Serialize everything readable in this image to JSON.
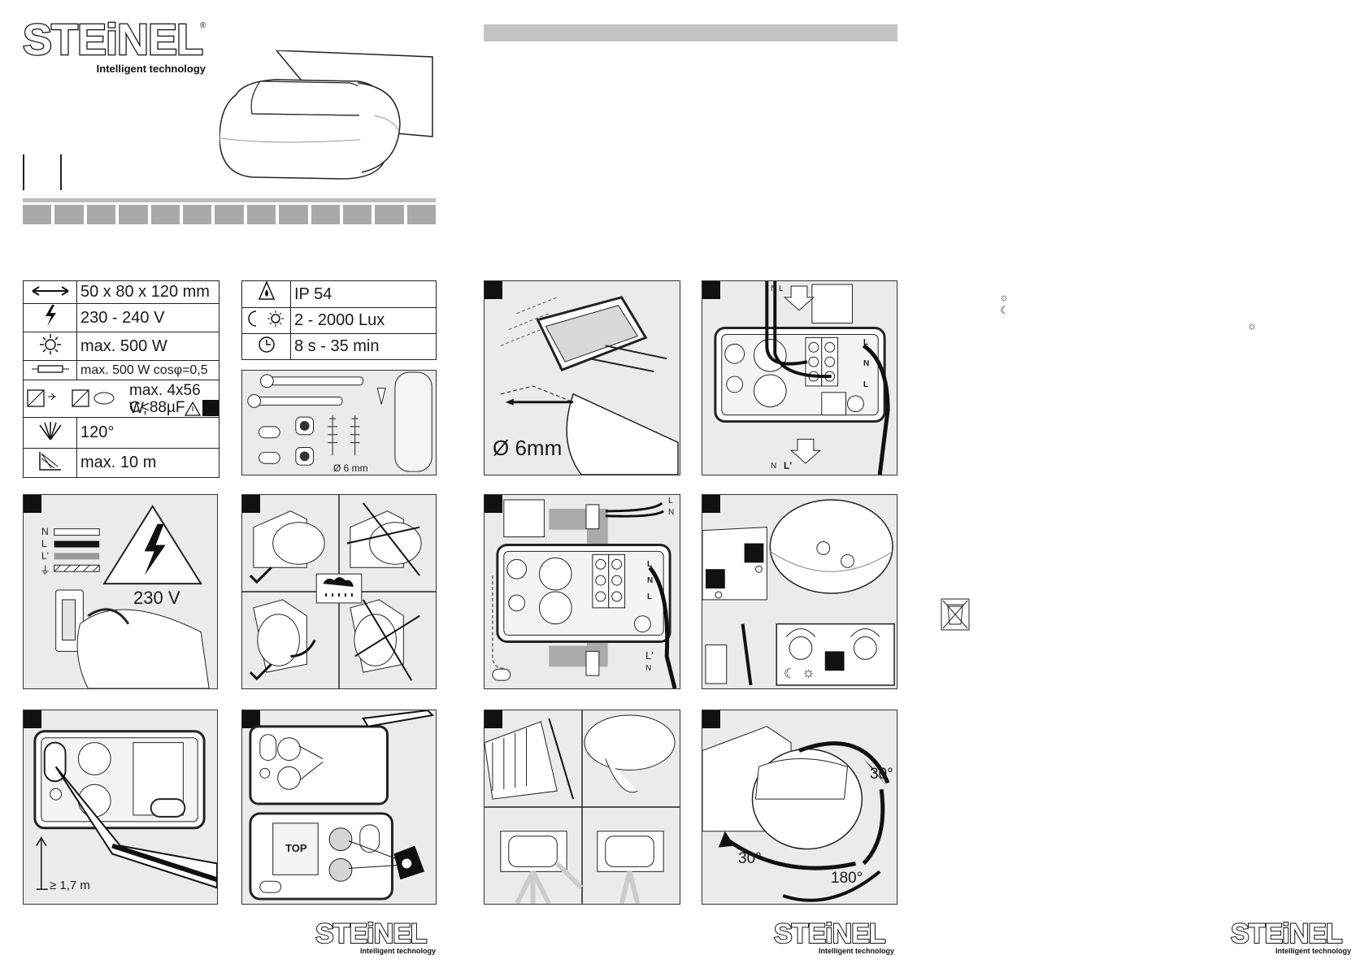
{
  "brand": {
    "name": "STEiNEL",
    "registered": "®",
    "tagline": "Intelligent technology"
  },
  "specs_left": [
    {
      "icon": "dimensions-arrow-icon",
      "value": "50 x 80 x 120 mm"
    },
    {
      "icon": "voltage-bolt-icon",
      "value": "230 - 240 V"
    },
    {
      "icon": "lamp-icon",
      "value": "max. 500 W"
    },
    {
      "icon": "fluorescent-tube-icon",
      "value": "max. 500 W cosφ=0,5"
    },
    {
      "icon": "led-driver-icon",
      "value": "max. 4x56 W,",
      "value2": "C<88µF"
    },
    {
      "icon": "detection-angle-icon",
      "value": "120°"
    },
    {
      "icon": "reach-icon",
      "value": "max. 10 m"
    }
  ],
  "specs_right": [
    {
      "icon": "water-drop-icon",
      "value": "IP 54"
    },
    {
      "icon": "moon-sun-icon",
      "value": "2 - 2000 Lux"
    },
    {
      "icon": "clock-icon",
      "value": "8 s - 35 min"
    }
  ],
  "accessories": {
    "plug_size": "Ø 6 mm"
  },
  "drill_panel": {
    "size": "Ø 6mm"
  },
  "terminals": {
    "L": "L",
    "N": "N",
    "Lout": "L'"
  },
  "warning_panel": {
    "voltage": "230 V",
    "wires": [
      "N",
      "L",
      "L'",
      "⏚"
    ]
  },
  "height_panel": {
    "height": "≥ 1,7 m"
  },
  "top_panel": {
    "top": "TOP"
  },
  "rotation_panel": {
    "a1": "30°",
    "a2": "30°",
    "a3": "180°"
  },
  "side_symbols": {
    "sun": "☼",
    "moon": "☾",
    "sun2": "☼"
  }
}
